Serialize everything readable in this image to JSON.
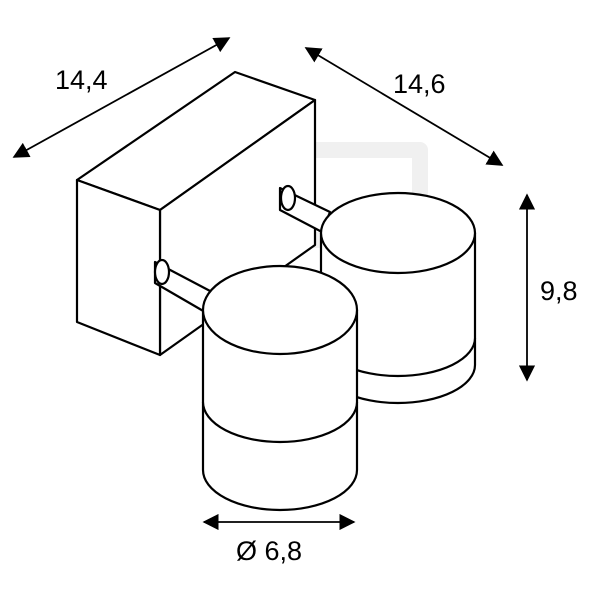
{
  "dimensions": {
    "depth_left": "14,4",
    "depth_right": "14,6",
    "height": "9,8",
    "diameter": "Ø 6,8"
  },
  "colors": {
    "line": "#000000",
    "background": "#ffffff",
    "watermark": "#f2f2f2"
  }
}
